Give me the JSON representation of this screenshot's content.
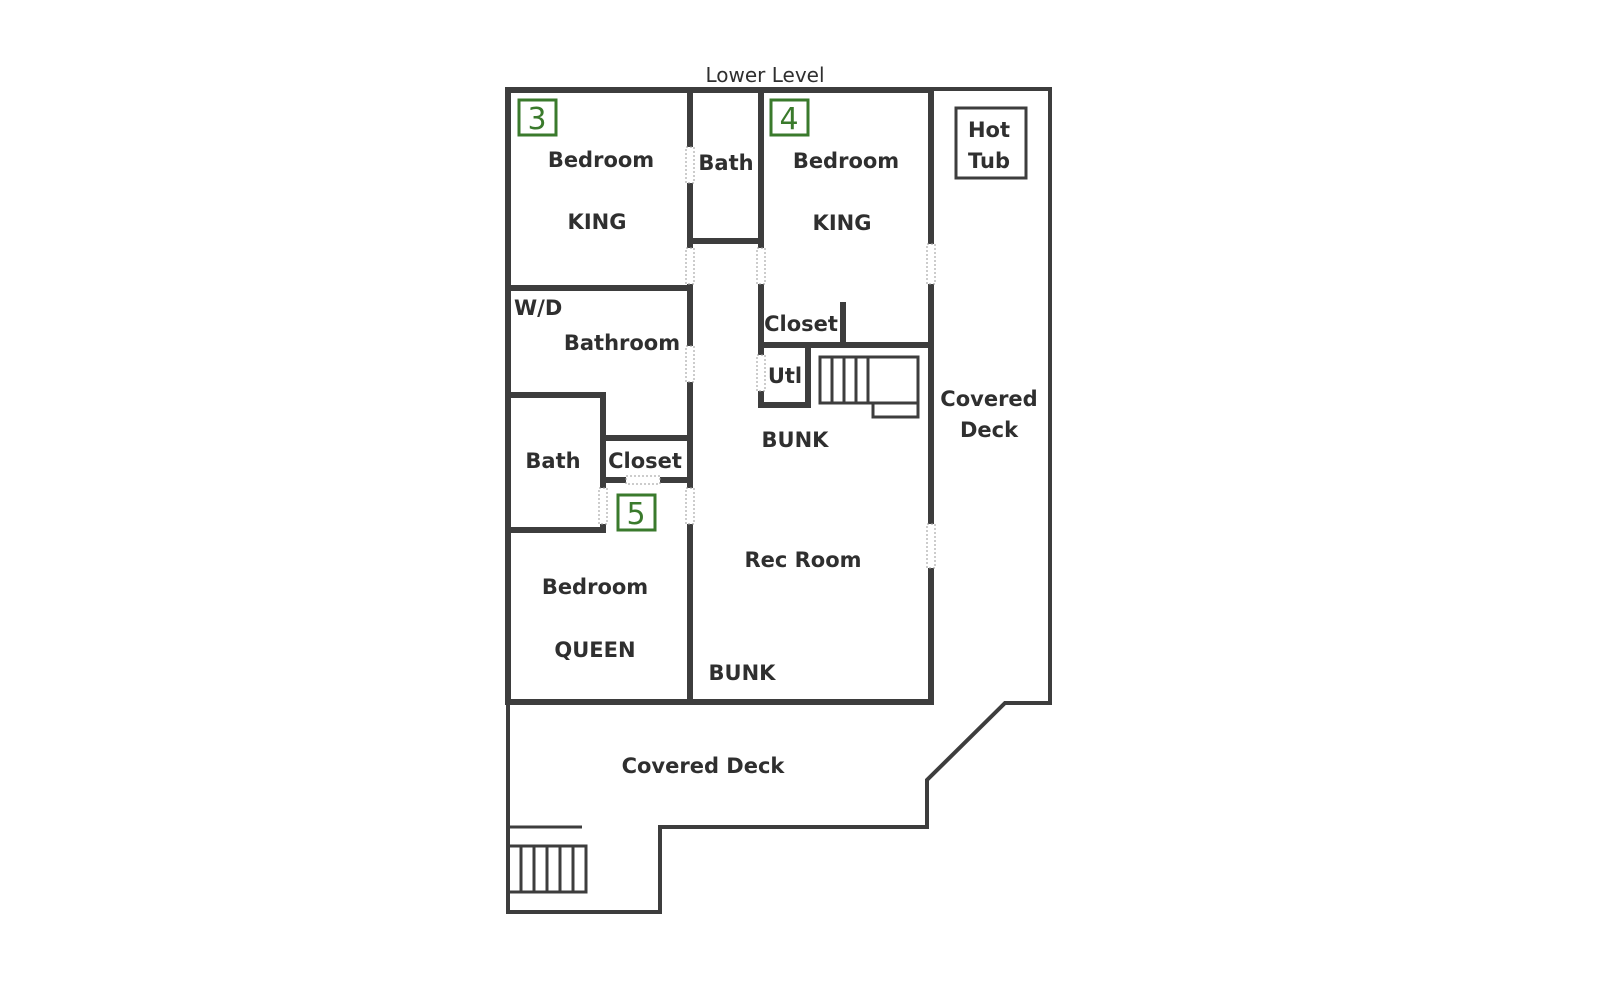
{
  "title": "Lower Level",
  "rooms": {
    "bedroom3": {
      "number": "3",
      "name": "Bedroom",
      "bed": "KING"
    },
    "bath_top": "Bath",
    "bedroom4": {
      "number": "4",
      "name": "Bedroom",
      "bed": "KING"
    },
    "hot_tub": {
      "line1": "Hot",
      "line2": "Tub"
    },
    "wd": "W/D",
    "bathroom": "Bathroom",
    "closet_top": "Closet",
    "utl": "Utl",
    "bunk_top": "BUNK",
    "bath_left": "Bath",
    "closet_left": "Closet",
    "bedroom5": {
      "number": "5",
      "name": "Bedroom",
      "bed": "QUEEN"
    },
    "rec_room": "Rec Room",
    "bunk_bottom": "BUNK",
    "covered_deck_right": {
      "line1": "Covered",
      "line2": "Deck"
    },
    "covered_deck_bottom": "Covered Deck"
  },
  "colors": {
    "wall": "#3d3d3d",
    "text": "#2f2f2f",
    "bedroom_number": "#3a7a2c"
  }
}
